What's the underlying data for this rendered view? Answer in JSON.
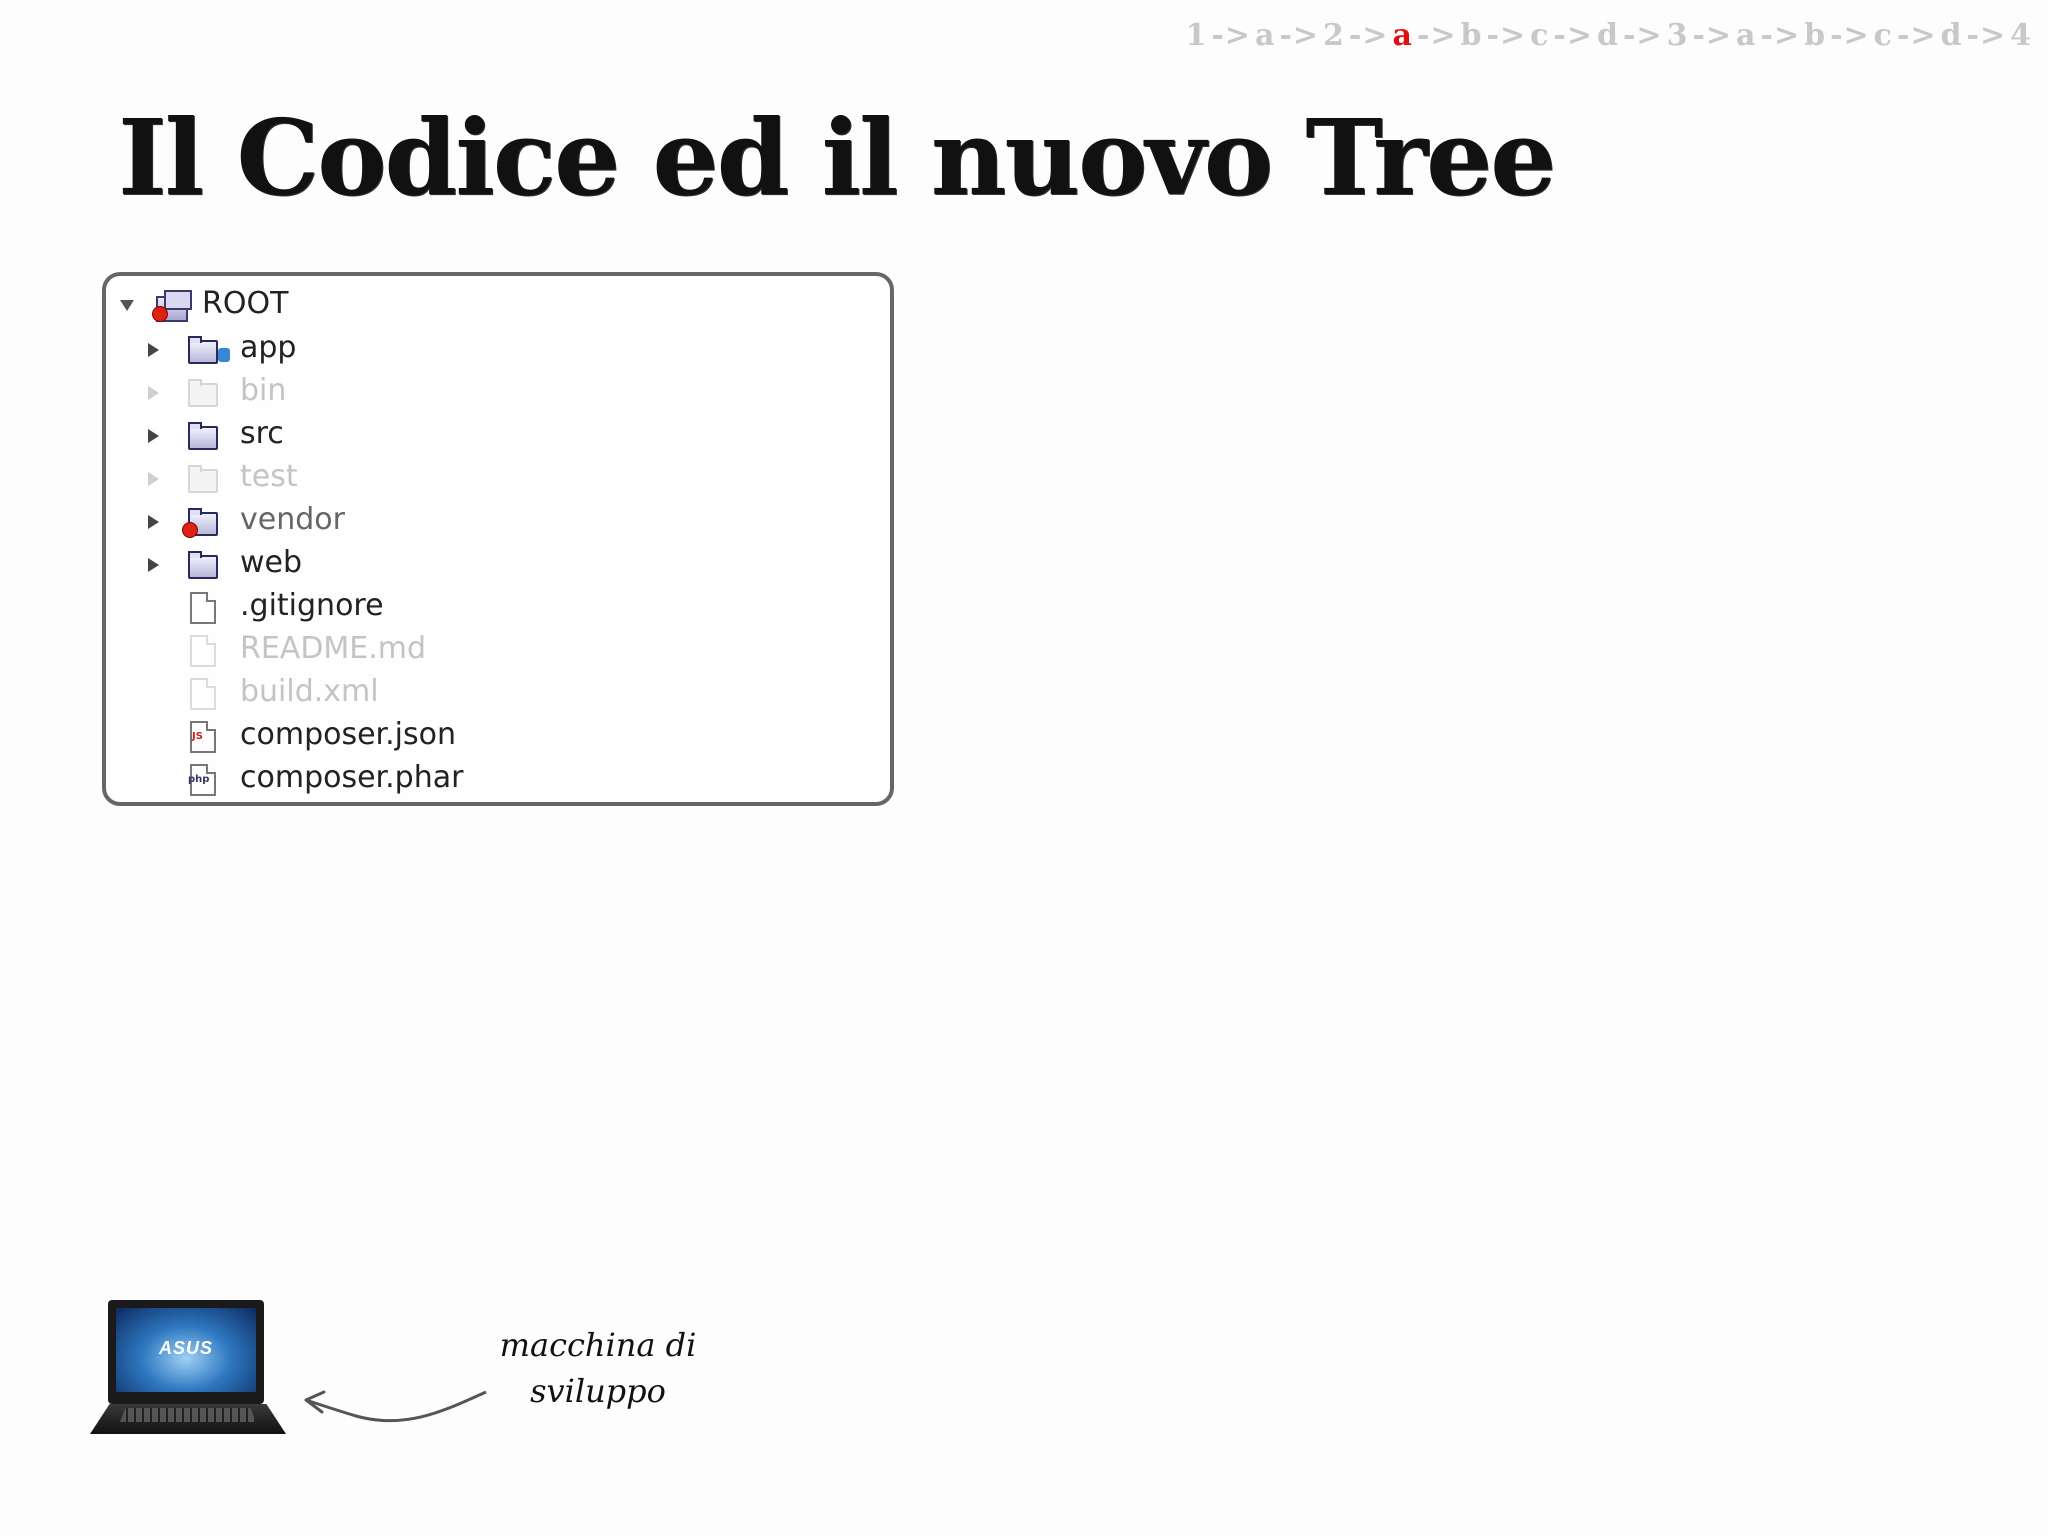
{
  "breadcrumb": {
    "steps": [
      {
        "label": "1",
        "active": false
      },
      {
        "label": "a",
        "active": false
      },
      {
        "label": "2",
        "active": false
      },
      {
        "label": "a",
        "active": true
      },
      {
        "label": "b",
        "active": false
      },
      {
        "label": "c",
        "active": false
      },
      {
        "label": "d",
        "active": false
      },
      {
        "label": "3",
        "active": false
      },
      {
        "label": "a",
        "active": false
      },
      {
        "label": "b",
        "active": false
      },
      {
        "label": "c",
        "active": false
      },
      {
        "label": "d",
        "active": false
      },
      {
        "label": "4",
        "active": false
      }
    ],
    "separator": "->",
    "inactive_color": "#c8c8c8",
    "active_color": "#e01010"
  },
  "title": "Il Codice ed il nuovo Tree",
  "tree": {
    "root_label": "ROOT",
    "items": [
      {
        "label": "app",
        "type": "folder",
        "expandable": true,
        "state": "normal",
        "badge": "blue"
      },
      {
        "label": "bin",
        "type": "folder",
        "expandable": true,
        "state": "dim",
        "badge": ""
      },
      {
        "label": "src",
        "type": "folder",
        "expandable": true,
        "state": "normal",
        "badge": ""
      },
      {
        "label": "test",
        "type": "folder",
        "expandable": true,
        "state": "dim",
        "badge": ""
      },
      {
        "label": "vendor",
        "type": "folder",
        "expandable": true,
        "state": "muted",
        "badge": "red"
      },
      {
        "label": "web",
        "type": "folder",
        "expandable": true,
        "state": "normal",
        "badge": ""
      },
      {
        "label": ".gitignore",
        "type": "file",
        "expandable": false,
        "state": "normal",
        "file_tag": ""
      },
      {
        "label": "README.md",
        "type": "file",
        "expandable": false,
        "state": "dim",
        "file_tag": ""
      },
      {
        "label": "build.xml",
        "type": "file",
        "expandable": false,
        "state": "dim",
        "file_tag": ""
      },
      {
        "label": "composer.json",
        "type": "file",
        "expandable": false,
        "state": "normal",
        "file_tag": "JS"
      },
      {
        "label": "composer.phar",
        "type": "file",
        "expandable": false,
        "state": "normal",
        "file_tag": "php"
      }
    ]
  },
  "laptop": {
    "brand": "ASUS"
  },
  "caption": {
    "line1": "macchina di",
    "line2": "sviluppo"
  }
}
